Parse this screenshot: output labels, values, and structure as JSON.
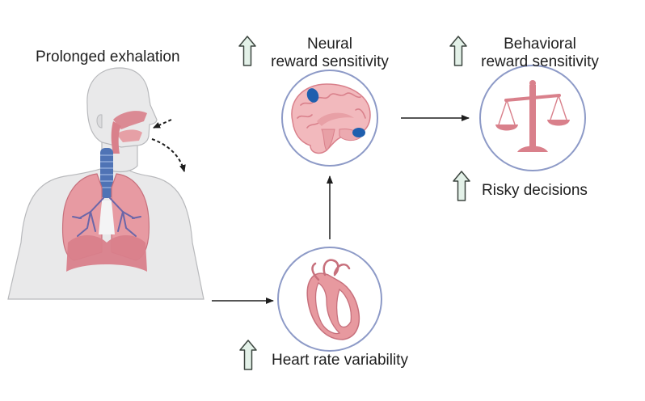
{
  "labels": {
    "exhalation": "Prolonged exhalation",
    "neural_line1": "Neural",
    "neural_line2": "reward sensitivity",
    "behavioral_line1": "Behavioral",
    "behavioral_line2": "reward sensitivity",
    "risky": "Risky decisions",
    "hrv": "Heart rate variability"
  },
  "colors": {
    "up_arrow_fill": "#e3f1e8",
    "up_arrow_stroke": "#3d4640",
    "circle_stroke": "#8d9ac7",
    "organ_pink": "#d9808b",
    "organ_light": "#f2b9bd",
    "body_gray": "#e9e9ea",
    "airway_blue": "#4f73b5",
    "brain_spot": "#1f5fae"
  },
  "icons": [
    "human-respiratory-figure",
    "brain-icon",
    "heart-icon",
    "balance-scale-icon",
    "up-arrow-icon"
  ]
}
